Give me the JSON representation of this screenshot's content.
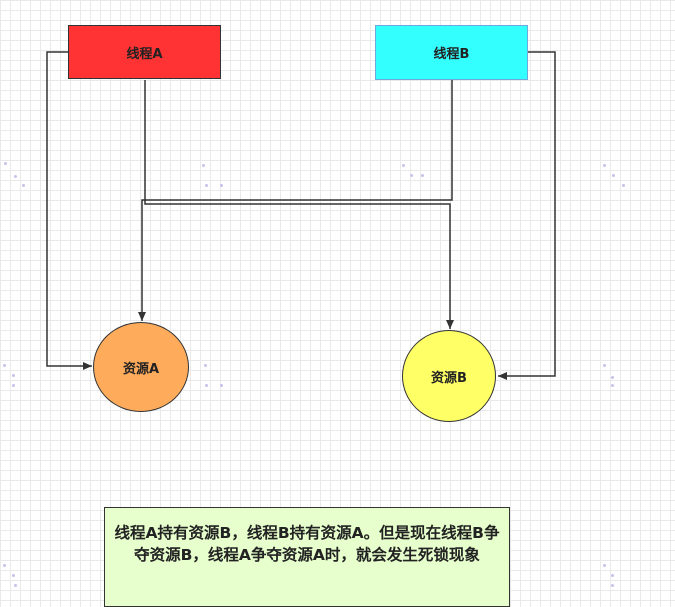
{
  "nodes": {
    "thread_a": "线程A",
    "thread_b": "线程B",
    "resource_a": "资源A",
    "resource_b": "资源B"
  },
  "note": "线程A持有资源B，线程B持有资源A。但是现在线程B争夺资源B，线程A争夺资源A时，就会发生死锁现象",
  "colors": {
    "thread_a_fill": "#ff3333",
    "thread_b_fill": "#33ffff",
    "resource_a_fill": "#ffab5c",
    "resource_b_fill": "#ffff66",
    "note_fill": "#e6ffcc",
    "edge": "#333333"
  },
  "edges": [
    {
      "from": "thread_a",
      "to": "resource_a"
    },
    {
      "from": "thread_a",
      "to": "resource_b"
    },
    {
      "from": "thread_b",
      "to": "resource_a"
    },
    {
      "from": "thread_b",
      "to": "resource_b"
    }
  ]
}
